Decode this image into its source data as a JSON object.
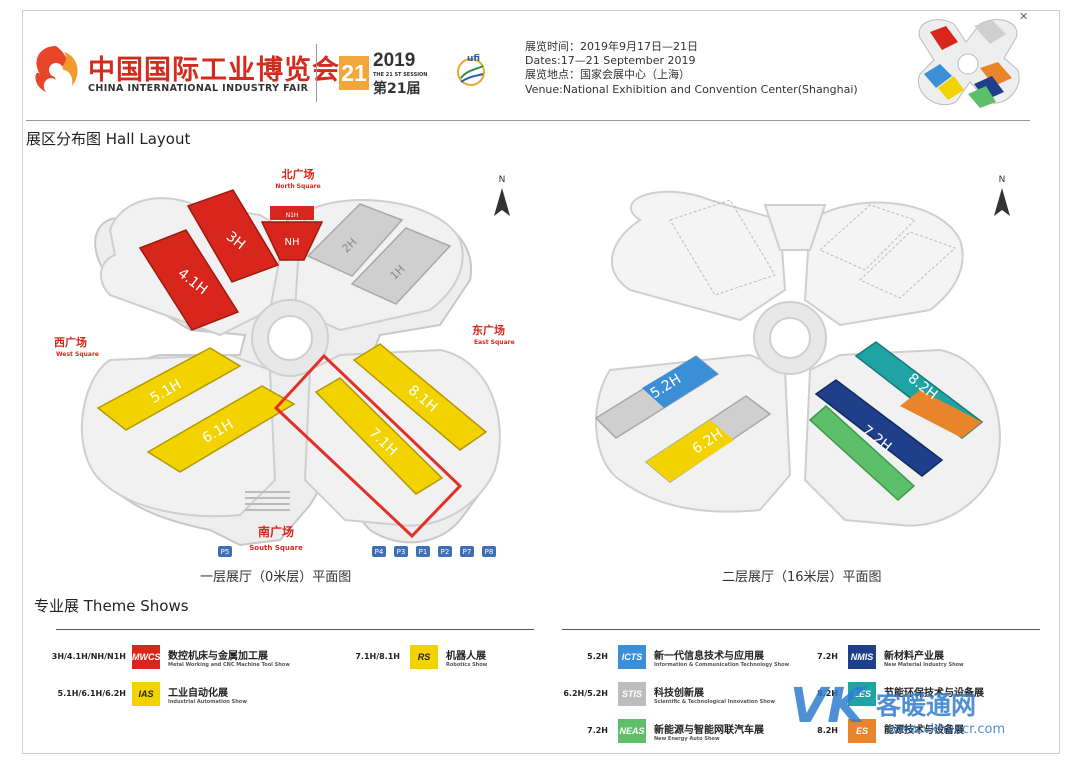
{
  "header": {
    "logo_cn": "中国国际工业博览会",
    "logo_en": "CHINA INTERNATIONAL INDUSTRY FAIR",
    "session_number": "21",
    "session_year": "2019",
    "session_en": "THE 21 ST SESSION",
    "session_cn": "第21届",
    "ufi_label": "ufi",
    "info_lines": [
      "展览时间：2019年9月17日—21日",
      "Dates:17—21 September 2019",
      "展览地点：国家会展中心（上海）",
      "Venue:National Exhibition and Convention Center(Shanghai)"
    ]
  },
  "hall_layout_title": "展区分布图 Hall Layout",
  "ground_floor": {
    "caption": "一层展厅（0米层）平面图",
    "north_arrow": "N",
    "squares": {
      "north_cn": "北广场",
      "north_en": "North Square",
      "west_cn": "西广场",
      "west_en": "West Square",
      "east_cn": "东广场",
      "east_en": "East Square",
      "south_cn": "南广场",
      "south_en": "South Square"
    },
    "halls": {
      "h3": "3H",
      "h41": "4.1H",
      "nh": "NH",
      "n1h": "N1H",
      "h2": "2H",
      "h1": "1H",
      "h51": "5.1H",
      "h61": "6.1H",
      "h71": "7.1H",
      "h81": "8.1H"
    },
    "parking": [
      "P5",
      "P4",
      "P3",
      "P1",
      "P2",
      "P7",
      "P8"
    ]
  },
  "second_floor": {
    "caption": "二层展厅（16米层）平面图",
    "north_arrow": "N",
    "halls": {
      "h52": "5.2H",
      "h62": "6.2H",
      "h72": "7.2H",
      "h82": "8.2H"
    }
  },
  "theme_shows": {
    "title": "专业展 Theme Shows",
    "items": [
      {
        "halls": "3H/4.1H/NH/N1H",
        "badge": "MWCS",
        "badge_color": "#d9261c",
        "name_cn": "数控机床与金属加工展",
        "name_en": "Metal Working and CNC Machine Tool Show"
      },
      {
        "halls": "7.1H/8.1H",
        "badge": "RS",
        "badge_color": "#f2d300",
        "name_cn": "机器人展",
        "name_en": "Robotics Show"
      },
      {
        "halls": "5.1H/6.1H/6.2H",
        "badge": "IAS",
        "badge_color": "#f2d300",
        "name_cn": "工业自动化展",
        "name_en": "Industrial Automation Show"
      },
      {
        "halls": "5.2H",
        "badge": "ICTS",
        "badge_color": "#3b8fd6",
        "name_cn": "新一代信息技术与应用展",
        "name_en": "Information & Communication Technology Show"
      },
      {
        "halls": "6.2H/5.2H",
        "badge": "STIS",
        "badge_color": "#bdbdbd",
        "name_cn": "科技创新展",
        "name_en": "Scientific & Technological Innovation Show"
      },
      {
        "halls": "7.2H",
        "badge": "NEAS",
        "badge_color": "#5dbf6a",
        "name_cn": "新能源与智能网联汽车展",
        "name_en": "New Energy Auto Show"
      },
      {
        "halls": "7.2H",
        "badge": "NMIS",
        "badge_color": "#1f3f8a",
        "name_cn": "新材料产业展",
        "name_en": "New Material Industry Show"
      },
      {
        "halls": "8.2H",
        "badge": "EES",
        "badge_color": "#20a3a3",
        "name_cn": "节能环保技术与设备展",
        "name_en": ""
      },
      {
        "halls": "8.2H",
        "badge": "ES",
        "badge_color": "#e8842a",
        "name_cn": "能源技术与设备展",
        "name_en": ""
      }
    ]
  },
  "watermark": {
    "vk": "VK",
    "cn": "暖通网",
    "prefix": "客",
    "url": "www.vkhvacr.com"
  },
  "colors": {
    "red": "#d9261c",
    "yellow": "#f2d300",
    "gray": "#cfcfcf",
    "blue": "#3b8fd6",
    "darkblue": "#1f3f8a",
    "green": "#5dbf6a",
    "orange": "#e8842a",
    "teal": "#20a3a3",
    "highlight": "#e0312a"
  }
}
